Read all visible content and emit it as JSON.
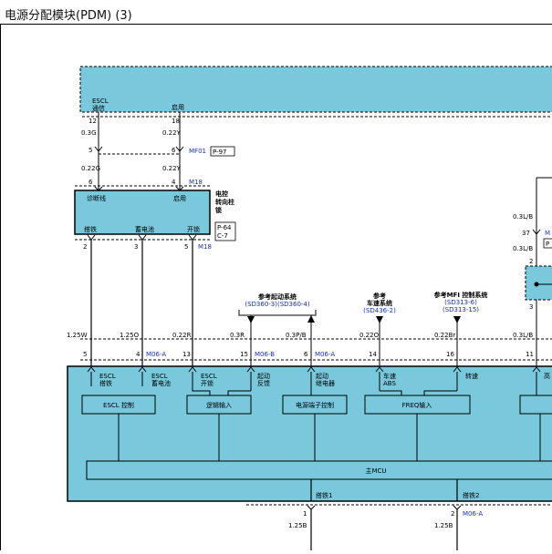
{
  "title": "电源分配模块(PDM) (3)",
  "colors": {
    "module_fill": "#79c8dc",
    "wire": "#000000",
    "ref_blue": "#1530c8"
  },
  "top_module": {
    "labels": {
      "escl": "ESCL",
      "comm": "通信",
      "start": "启用"
    }
  },
  "wires_top": {
    "pin12": "12",
    "pin18": "18",
    "w1": "0.3G",
    "w2": "0.22Y",
    "pin5": "5",
    "pin6": "6",
    "mf01": "MF01",
    "p97": "P-97",
    "w3": "0.22G",
    "w4": "0.22Y",
    "pin6b": "6",
    "pin4": "4",
    "m18": "M18"
  },
  "escl_module": {
    "diag": "诊断线",
    "start": "启用",
    "side": [
      "电控",
      "转向柱",
      "锁"
    ],
    "gnd": "搭铁",
    "bat": "蓄电池",
    "unlock": "开锁",
    "p64": "P-64",
    "c7": "C-7",
    "pin2": "2",
    "pin3": "3",
    "pin5": "5",
    "m18": "M18"
  },
  "refs": {
    "start_ref": "参考起动系统",
    "start_codes": "(SD360-3)(SD360-4)",
    "speed_ref1": "参考",
    "speed_ref2": "车速系统",
    "speed_code": "(SD436-2)",
    "mfi_ref": "参考MFI 控制系统",
    "mfi_code1": "(SD313-6)",
    "mfi_code2": "(SD313-15)"
  },
  "right_side": {
    "w1": "0.3L/B",
    "pin37": "37",
    "ml": "M",
    "pbox": "P",
    "w2": "0.3L/B",
    "pin2": "2",
    "pin3": "3",
    "w3": "0.3L/B",
    "pin11": "11"
  },
  "bus_wires": [
    {
      "gauge": "1.25W",
      "pin": "5",
      "ref": ""
    },
    {
      "gauge": "1.25O",
      "pin": "4",
      "ref": "M06-A"
    },
    {
      "gauge": "0.22R",
      "pin": "13",
      "ref": ""
    },
    {
      "gauge": "0.3R",
      "pin": "15",
      "ref": "M06-B"
    },
    {
      "gauge": "0.3P/B",
      "pin": "6",
      "ref": "M06-A"
    },
    {
      "gauge": "0.22O",
      "pin": "14",
      "ref": ""
    },
    {
      "gauge": "0.22Br",
      "pin": "16",
      "ref": ""
    }
  ],
  "pdm": {
    "escl_gnd": [
      "ESCL",
      "搭铁"
    ],
    "escl_bat": [
      "ESCL",
      "蓄电池"
    ],
    "escl_unlock": [
      "ESCL",
      "开锁"
    ],
    "start_fb": [
      "起动",
      "反馈"
    ],
    "start_relay": [
      "起动",
      "继电器"
    ],
    "speed_abs": [
      "车速",
      "ABS"
    ],
    "rpm": "转速",
    "right_cut": "高",
    "escl_ctrl": "ESCL 控制",
    "logic_in": "逻辑输入",
    "power_ctrl": "电源端子控制",
    "freq_in": "FREQ输入",
    "mcu": "主MCU",
    "gnd1": "搭铁1",
    "gnd2": "搭铁2"
  },
  "bottom": {
    "pin1": "1",
    "pin2": "2",
    "m06a": "M06-A",
    "w1": "1.25B",
    "w2": "1.25B"
  }
}
